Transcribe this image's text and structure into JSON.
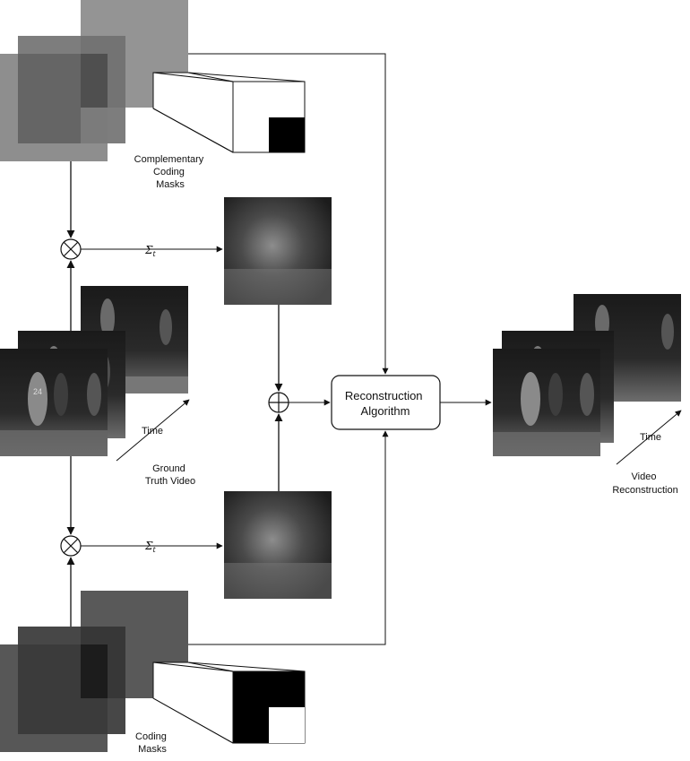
{
  "labels": {
    "complementary_masks": [
      "Complementary",
      "Coding",
      "Masks"
    ],
    "coding_masks": [
      "Coding",
      "Masks"
    ],
    "ground_truth": [
      "Ground",
      "Truth Video"
    ],
    "time_left": "Time",
    "time_right": "Time",
    "video_reconstruction": [
      "Video",
      "Reconstruction"
    ],
    "algorithm": [
      "Reconstruction",
      "Algorithm"
    ],
    "sum_symbol": "Σ",
    "sum_subscript": "t"
  },
  "frame_overlay_text": "24",
  "colors": {
    "mask_light": "#8a8a8a",
    "mask_mid": "#6a6a6a",
    "mask_dark": "#2e2e2e",
    "line": "#111111"
  }
}
